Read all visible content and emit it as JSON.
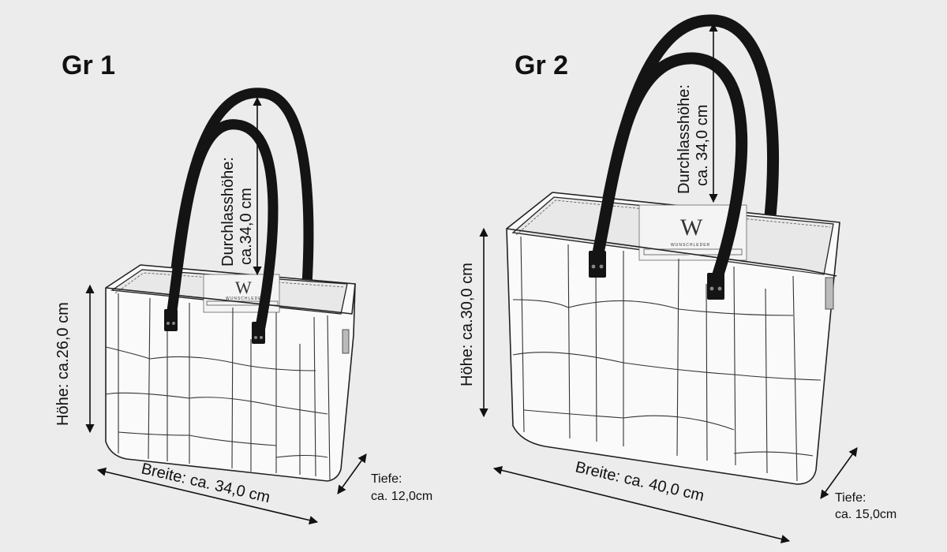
{
  "brand": {
    "logo_letter": "W",
    "name": "WUNSCHLEDER"
  },
  "sizes": [
    {
      "title": "Gr 1",
      "durchlass_line1": "Durchlasshöhe:",
      "durchlass_line2": "ca.34,0 cm",
      "hoehe": "Höhe: ca.26,0 cm",
      "breite": "Breite: ca. 34,0 cm",
      "tiefe_line1": "Tiefe:",
      "tiefe_line2": "ca. 12,0cm"
    },
    {
      "title": "Gr 2",
      "durchlass_line1": "Durchlasshöhe:",
      "durchlass_line2": "ca. 34,0 cm",
      "hoehe": "Höhe: ca.30,0 cm",
      "breite": "Breite: ca. 40,0 cm",
      "tiefe_line1": "Tiefe:",
      "tiefe_line2": "ca. 15,0cm"
    }
  ]
}
